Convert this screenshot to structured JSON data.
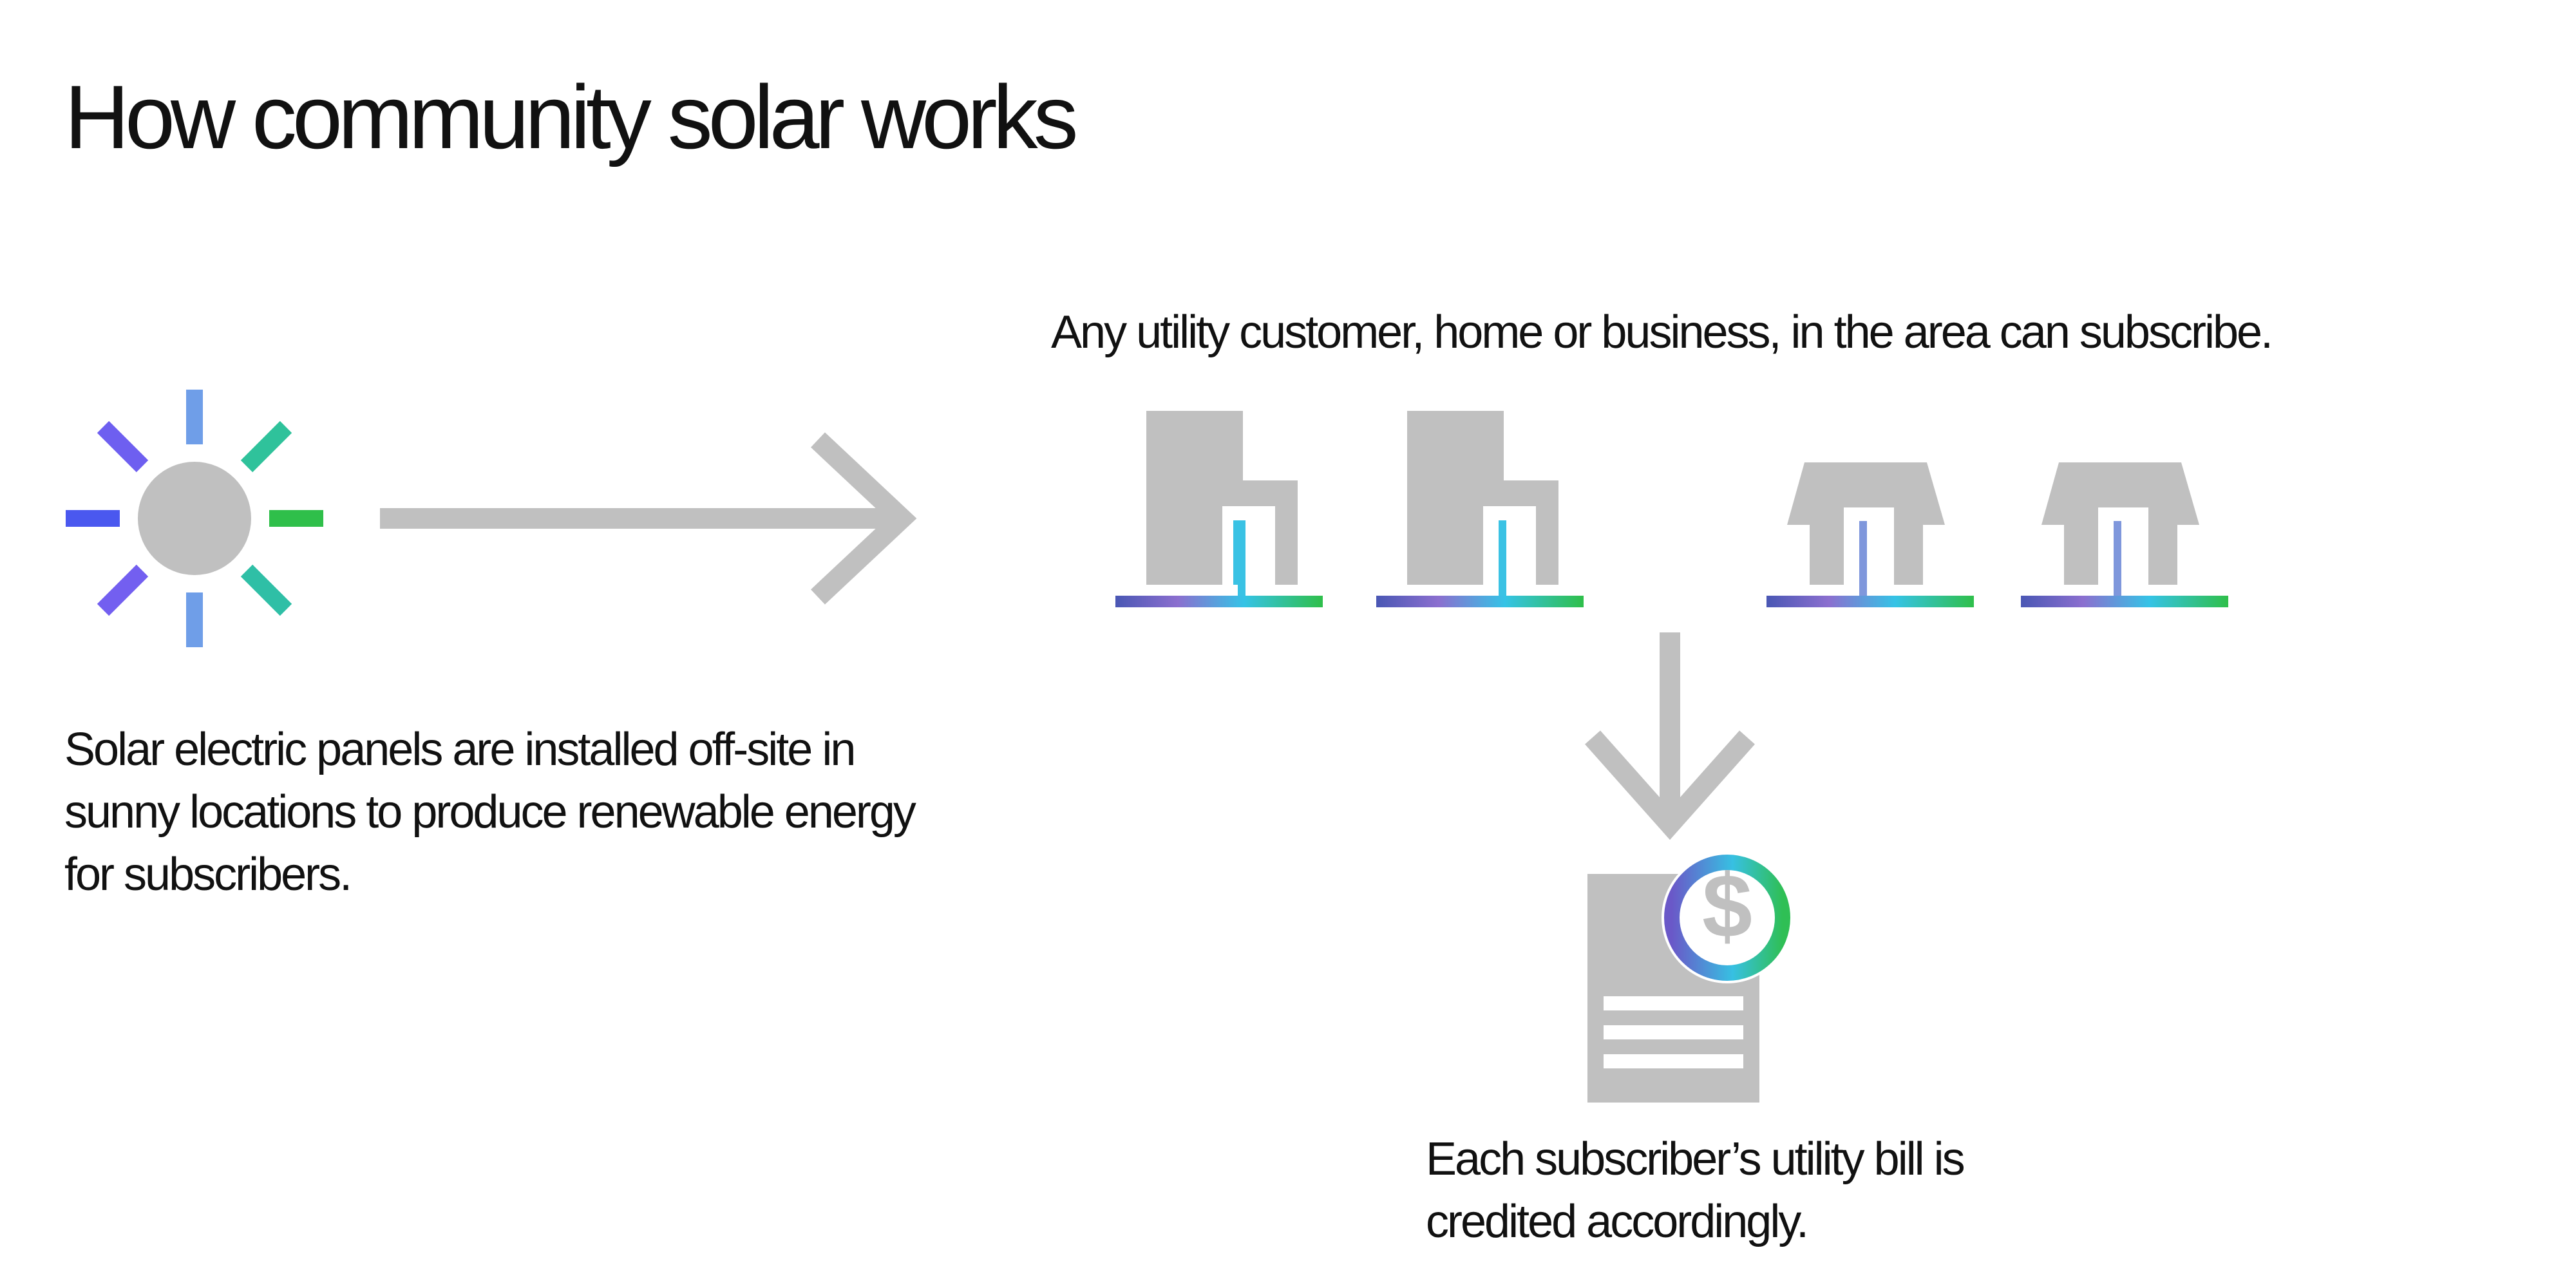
{
  "title": "How community solar works",
  "steps": {
    "solar": {
      "text": "Solar electric panels are installed off-site in sunny locations to produce renewable energy for subscribers.",
      "icon": "sun-icon"
    },
    "subscribe": {
      "text": "Any utility customer, home or business, in the area can subscribe.",
      "icons": [
        "business-building-icon",
        "business-building-icon",
        "house-icon",
        "house-icon"
      ]
    },
    "bill": {
      "text": "Each subscriber’s utility bill is credited accordingly.",
      "icon": "utility-bill-icon",
      "badge_symbol": "$"
    }
  },
  "colors": {
    "icon_gray": "#c0c0c0",
    "gradient_start": "#5c4fd8",
    "gradient_mid": "#35c3e6",
    "gradient_end": "#2fbf4a",
    "text": "#111111",
    "background": "#ffffff"
  }
}
